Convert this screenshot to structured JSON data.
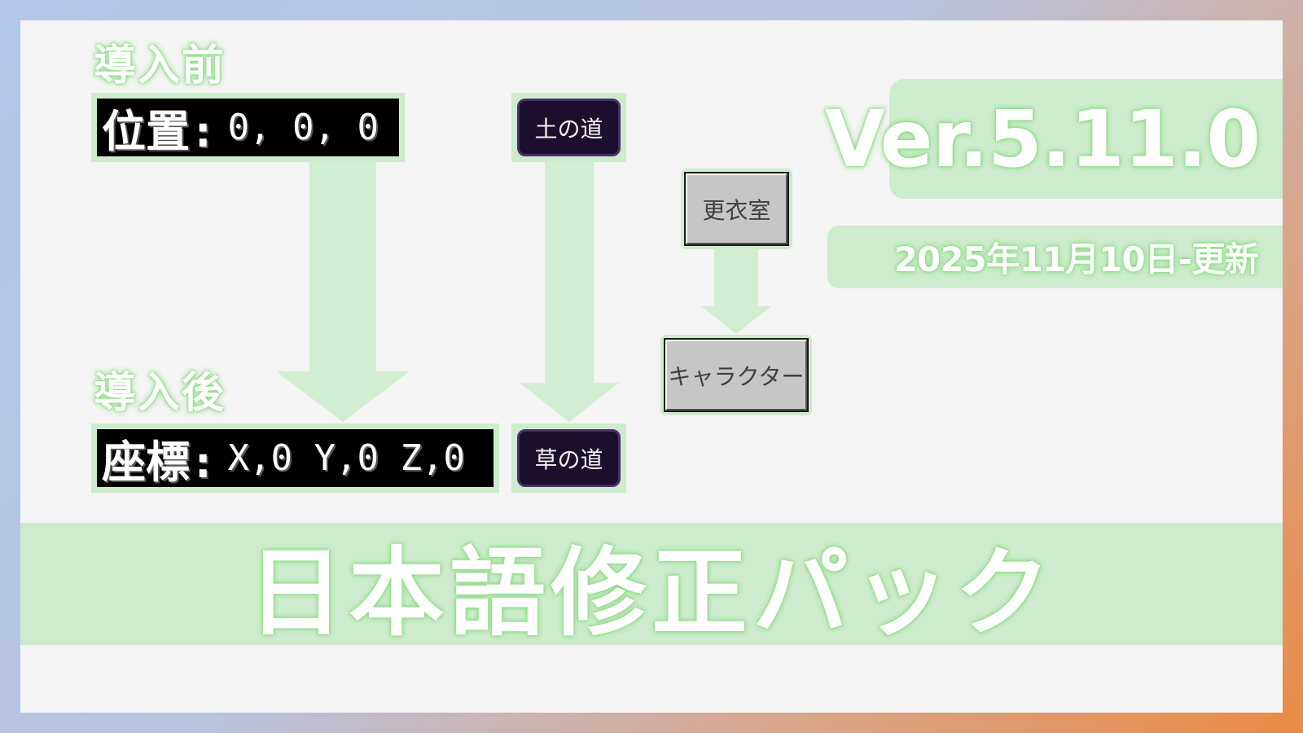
{
  "before": {
    "heading": "導入前",
    "coord_label": "位置:",
    "coord_value": "0, 0, 0",
    "tile_label": "土の道"
  },
  "after": {
    "heading": "導入後",
    "coord_label": "座標:",
    "coord_value": "X,0 Y,0 Z,0",
    "tile_label": "草の道"
  },
  "button_change": {
    "before_label": "更衣室",
    "after_label": "キャラクター"
  },
  "version": "Ver.5.11.0",
  "updated": "2025年11月10日-更新",
  "title": "日本語修正パック",
  "colors": {
    "accent": "#cdeccd",
    "glow": "#8fdc86",
    "panel": "#f4f4f4",
    "tile_bg": "#1c0f2e"
  }
}
